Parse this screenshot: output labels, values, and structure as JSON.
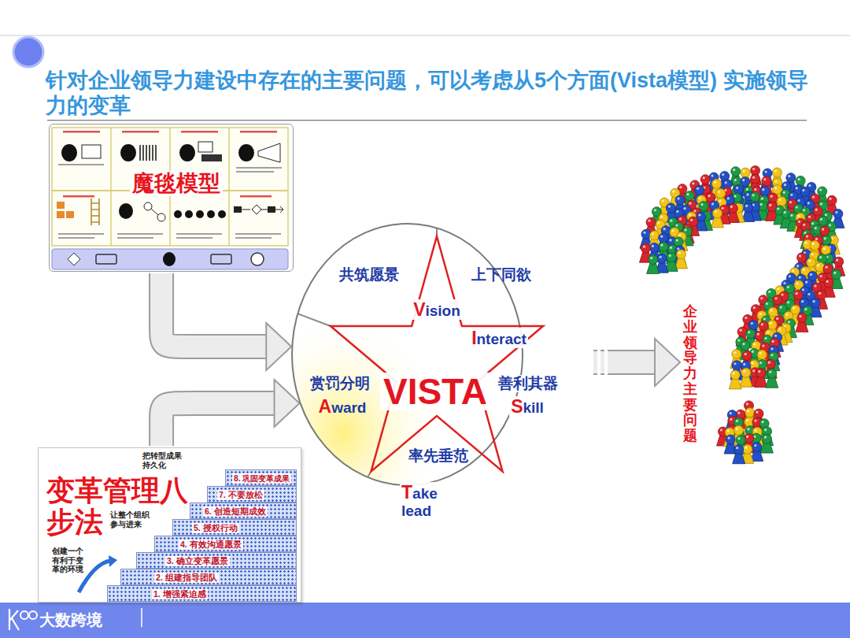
{
  "diagram": {
    "title": "针对企业领导力建设中存在的主要问题，可以考虑从5个方面(Vista模型) 实施领导力的变革",
    "nodes": [
      {
        "text": [
          "魔毯模型"
        ]
      },
      {
        "text": [
          "VISTA"
        ]
      },
      {
        "text": [
          "共筑愿景",
          "Vision"
        ],
        "in": 1
      },
      {
        "text": [
          "上下同欲",
          "Interact"
        ],
        "in": 1
      },
      {
        "text": [
          "赏罚分明",
          "Award"
        ],
        "in": 1
      },
      {
        "text": [
          "善利其器",
          "Skill"
        ],
        "in": 1
      },
      {
        "text": [
          "率先垂范",
          "Take lead"
        ],
        "in": 1
      },
      {
        "text": [
          "企业领导力主要问题"
        ]
      },
      {
        "text": [
          "变革管理八步法"
        ]
      },
      {
        "text": [
          "8. 巩固变革成果"
        ],
        "in": 8
      },
      {
        "text": [
          "7. 不要放松"
        ],
        "in": 8
      },
      {
        "text": [
          "6. 创造短期成效"
        ],
        "in": 8
      },
      {
        "text": [
          "5. 授权行动"
        ],
        "in": 8
      },
      {
        "text": [
          "4. 有效沟通愿景"
        ],
        "in": 8
      },
      {
        "text": [
          "3. 确立变革愿景"
        ],
        "in": 8
      },
      {
        "text": [
          "2. 组建指导团队"
        ],
        "in": 8
      },
      {
        "text": [
          "1. 增强紧迫感"
        ],
        "in": 8
      }
    ],
    "edges": [
      {
        "from": 0,
        "to": 1,
        "arrow": "to"
      },
      {
        "from": 8,
        "to": 1,
        "arrow": "to"
      },
      {
        "from": 1,
        "to": 7,
        "arrow": "to"
      }
    ],
    "labels": [
      "把转型成果持久化",
      "让整个组织参与进来",
      "创建一个有利于变革的环境",
      "大数跨境"
    ]
  }
}
